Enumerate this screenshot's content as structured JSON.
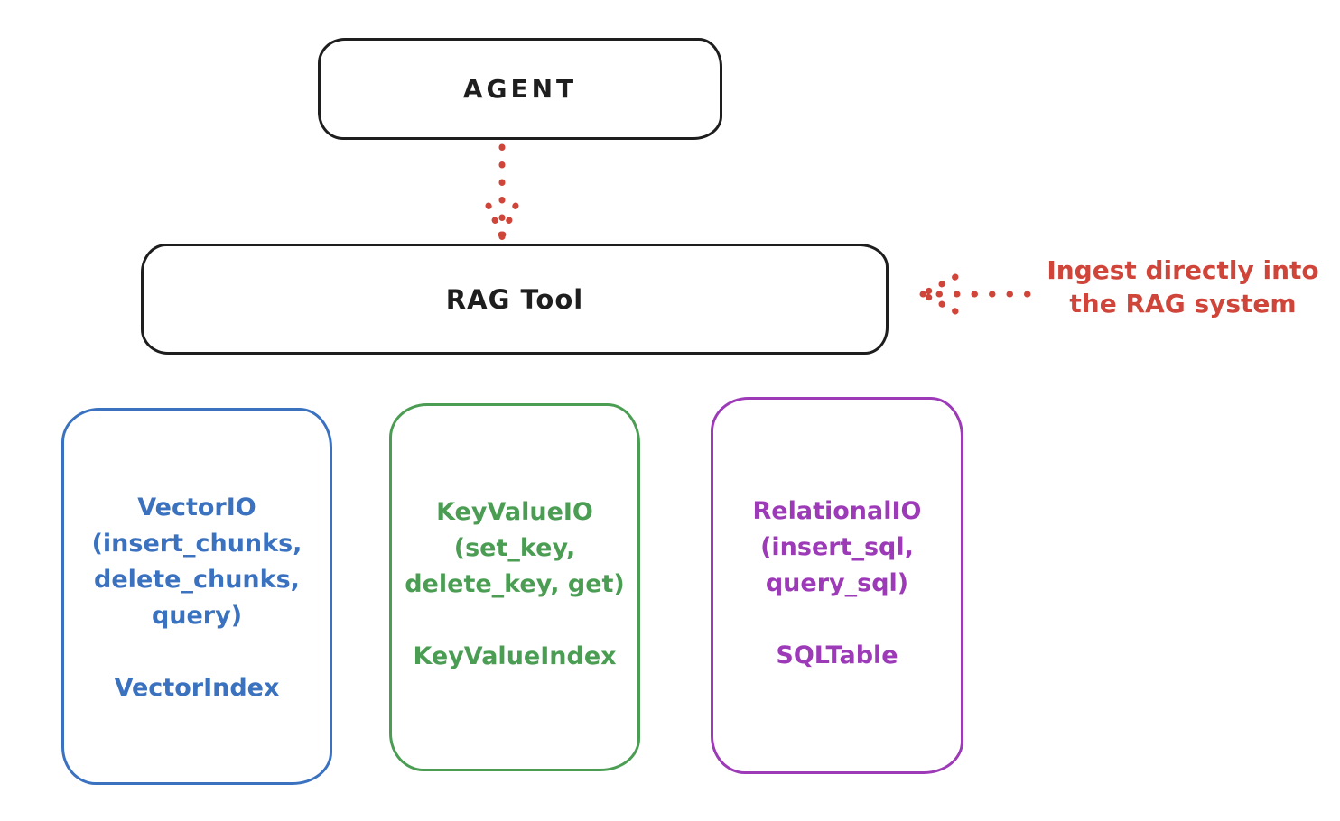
{
  "colors": {
    "ink": "#1e1e1e",
    "red": "#d0453a",
    "blue": "#3b72c0",
    "green": "#4a9d52",
    "purple": "#9c3ab8",
    "background": "#ffffff"
  },
  "nodes": {
    "agent": {
      "label": "AGENT"
    },
    "rag_tool": {
      "label": "RAG Tool"
    },
    "stores": [
      {
        "name": "vector-io",
        "methods": "VectorIO\n(insert_chunks,\ndelete_chunks,\nquery)",
        "index_label": "VectorIndex",
        "color": "#3b72c0"
      },
      {
        "name": "key-value-io",
        "methods": "KeyValueIO\n(set_key,\ndelete_key, get)",
        "index_label": "KeyValueIndex",
        "color": "#4a9d52"
      },
      {
        "name": "relational-io",
        "methods": "RelationalIO\n(insert_sql,\nquery_sql)",
        "index_label": "SQLTable",
        "color": "#9c3ab8"
      }
    ]
  },
  "annotation": {
    "text": "Ingest directly into\nthe RAG system",
    "color": "#d0453a"
  }
}
